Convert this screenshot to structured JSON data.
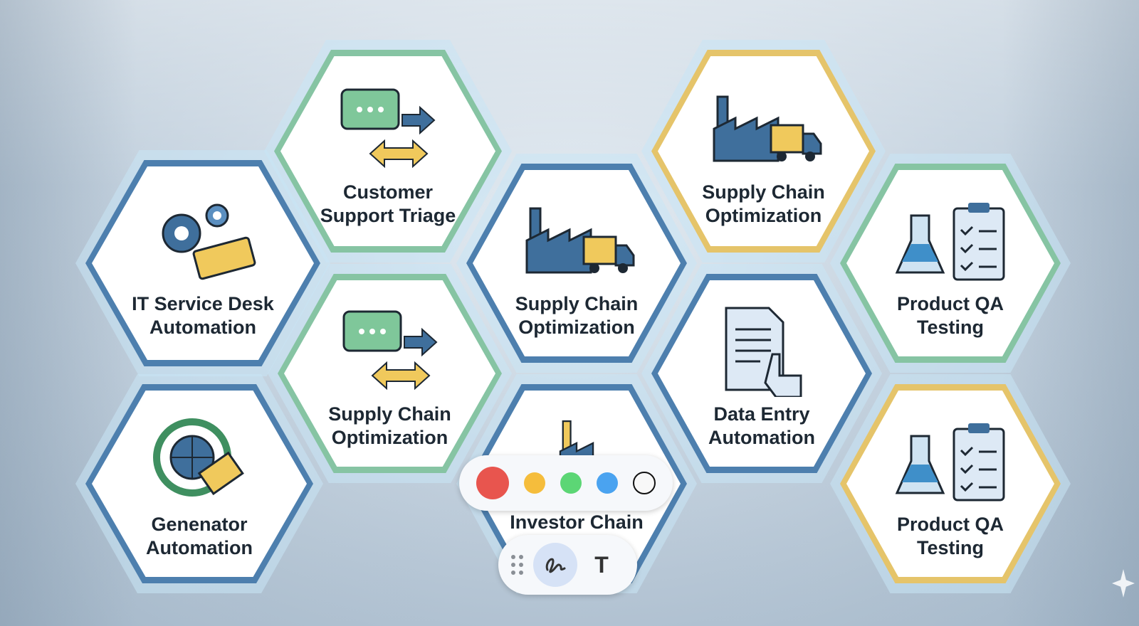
{
  "tiles": [
    {
      "label": "IT Service Desk\nAutomation",
      "icon": "gears-ticket-icon",
      "border": "#3f6f9c"
    },
    {
      "label": "Customer\nSupport Triage",
      "icon": "chat-arrows-icon",
      "border": "#7fbf9a"
    },
    {
      "label": "Supply Chain\nOptimization",
      "icon": "factory-truck-icon",
      "border": "#3f6f9c"
    },
    {
      "label": "Supply Chain\nOptimization",
      "icon": "factory-truck-icon",
      "border": "#e3c15a"
    },
    {
      "label": "Product QA\nTesting",
      "icon": "flask-clipboard-icon",
      "border": "#7fbf9a"
    },
    {
      "label": "Genenator\nAutomation",
      "icon": "globe-ticket-icon",
      "border": "#3f6f9c"
    },
    {
      "label": "Supply Chain\nOptimization",
      "icon": "chat-arrows-icon",
      "border": "#7fbf9a"
    },
    {
      "label": "Investor Chain",
      "icon": "factory-icon",
      "border": "#3f6f9c"
    },
    {
      "label": "Data Entry\nAutomation",
      "icon": "document-hand-icon",
      "border": "#3f6f9c"
    },
    {
      "label": "Product QA\nTesting",
      "icon": "flask-clipboard-icon",
      "border": "#e3c15a"
    }
  ],
  "palette": {
    "colors": [
      "#e8554e",
      "#f5bd3c",
      "#5cd675",
      "#4aa3f0",
      "#ffffff"
    ]
  },
  "tools": {
    "pen": "pen-icon",
    "text_label": "T"
  }
}
